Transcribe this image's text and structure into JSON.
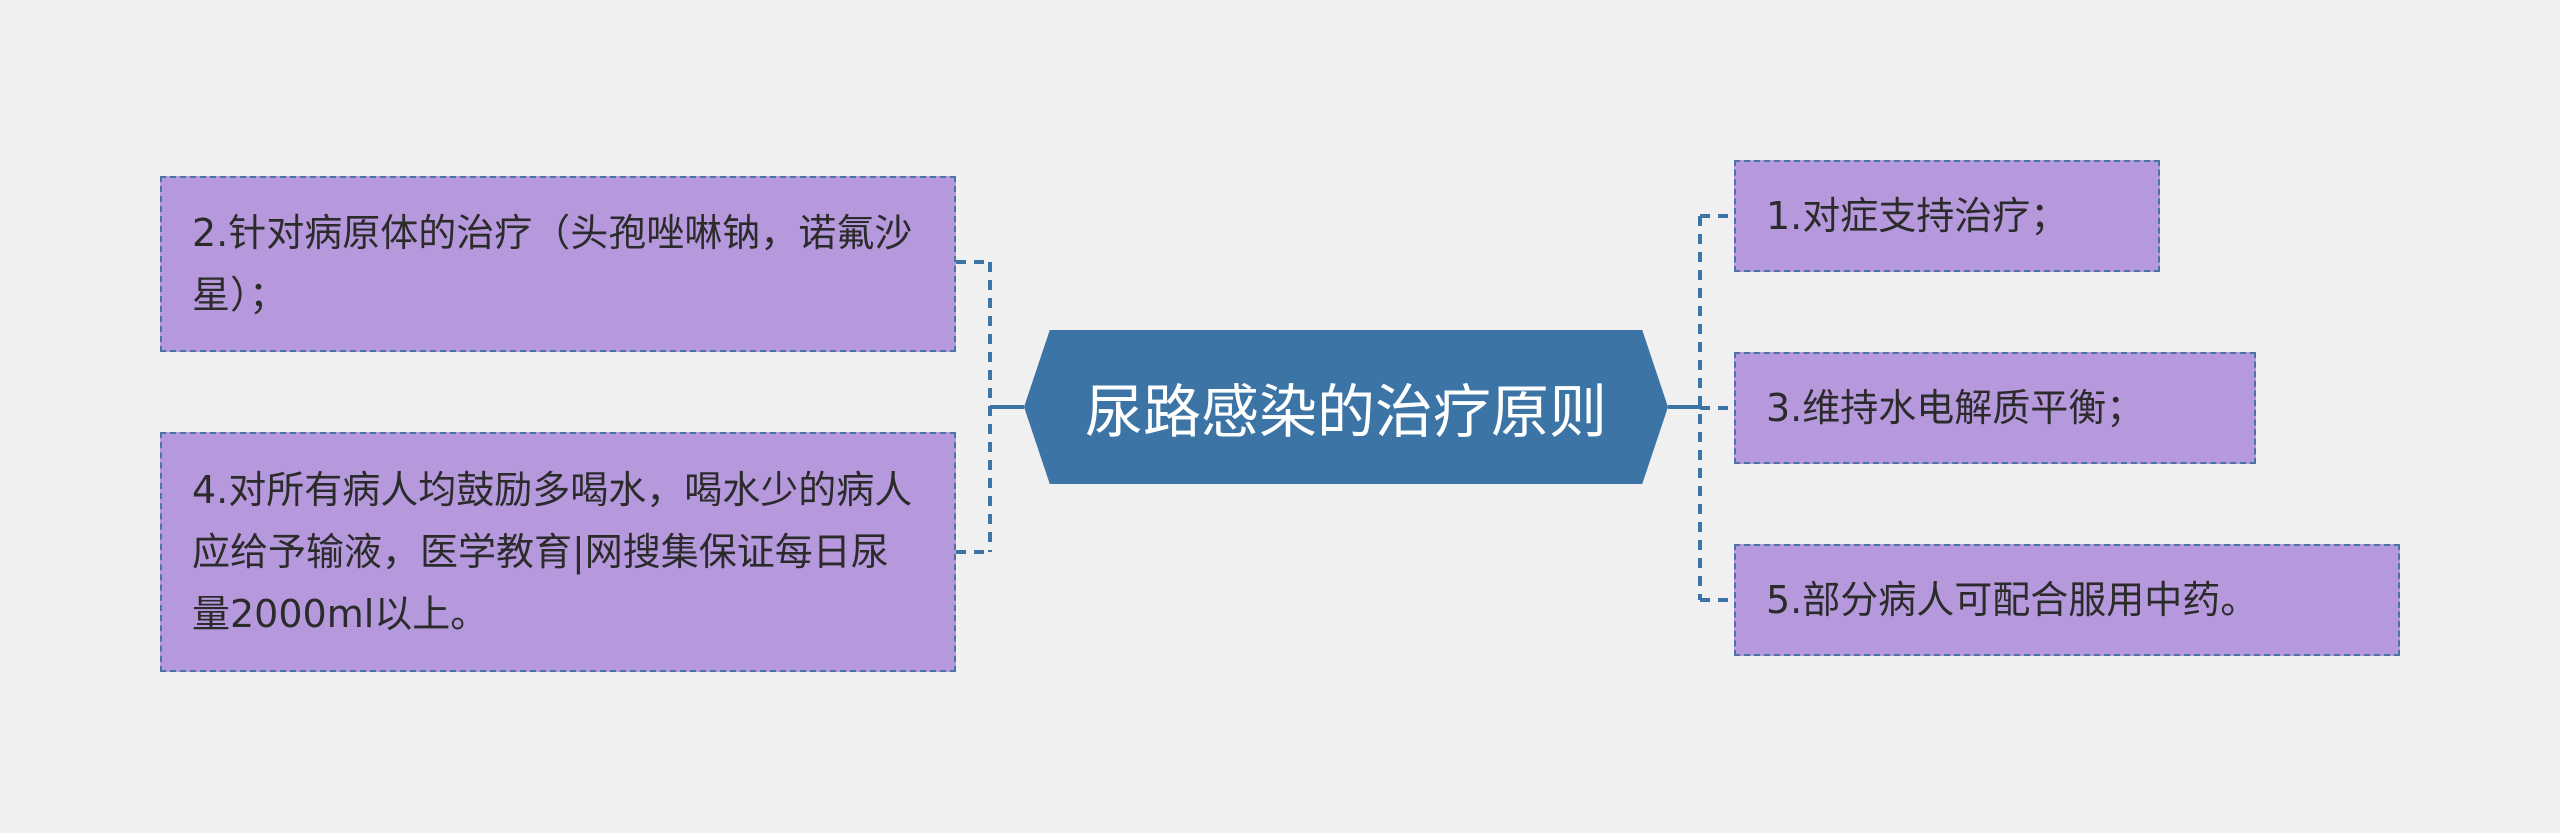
{
  "center": {
    "title": "尿路感染的治疗原则"
  },
  "branches": {
    "right": [
      {
        "label": "1.对症支持治疗；"
      },
      {
        "label": "3.维持水电解质平衡；"
      },
      {
        "label": "5.部分病人可配合服用中药。"
      }
    ],
    "left": [
      {
        "label": "2.针对病原体的治疗（头孢唑啉钠，诺氟沙星）；"
      },
      {
        "label": "4.对所有病人均鼓励多喝水，喝水少的病人应给予输液，医学教育|网搜集保证每日尿量2000ml以上。"
      }
    ]
  },
  "colors": {
    "background": "#f0f0f0",
    "center_fill": "#3c74a6",
    "node_fill": "#b699dc",
    "connector": "#3c74a6"
  }
}
